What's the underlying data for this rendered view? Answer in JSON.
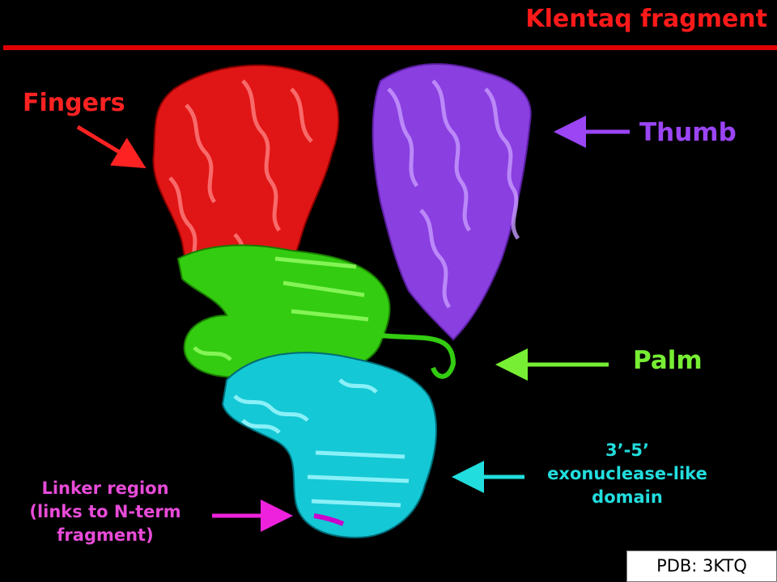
{
  "title": "Klentaq fragment",
  "labels": {
    "fingers": "Fingers",
    "thumb": "Thumb",
    "palm": "Palm",
    "exo_line1": "3’-5’",
    "exo_line2": "exonuclease-like",
    "exo_line3": "domain",
    "linker_line1": "Linker region",
    "linker_line2": "(links to N-term",
    "linker_line3": "fragment)"
  },
  "pdb_label": "PDB: 3KTQ",
  "colors": {
    "fingers": "#ff2222",
    "thumb": "#9b45f5",
    "palm": "#77ee33",
    "exonuclease": "#22dddd",
    "linker": "#ee22dd",
    "title": "#ff1a1a",
    "background": "#000000"
  }
}
